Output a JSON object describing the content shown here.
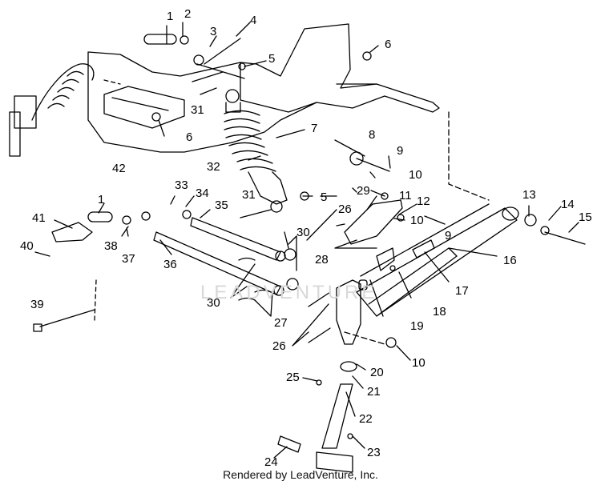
{
  "callouts": [
    "1",
    "2",
    "3",
    "4",
    "5",
    "6",
    "6",
    "7",
    "8",
    "9",
    "10",
    "31",
    "32",
    "42",
    "33",
    "34",
    "35",
    "31",
    "5",
    "29",
    "11",
    "12",
    "26",
    "10",
    "9",
    "28",
    "1",
    "41",
    "38",
    "37",
    "36",
    "40",
    "30",
    "30",
    "27",
    "13",
    "14",
    "15",
    "16",
    "17",
    "18",
    "19",
    "26",
    "10",
    "20",
    "21",
    "25",
    "22",
    "23",
    "24",
    "39"
  ],
  "watermark": "LEADVENTURE",
  "footer": {
    "credit": "Rendered by LeadVenture, Inc."
  }
}
